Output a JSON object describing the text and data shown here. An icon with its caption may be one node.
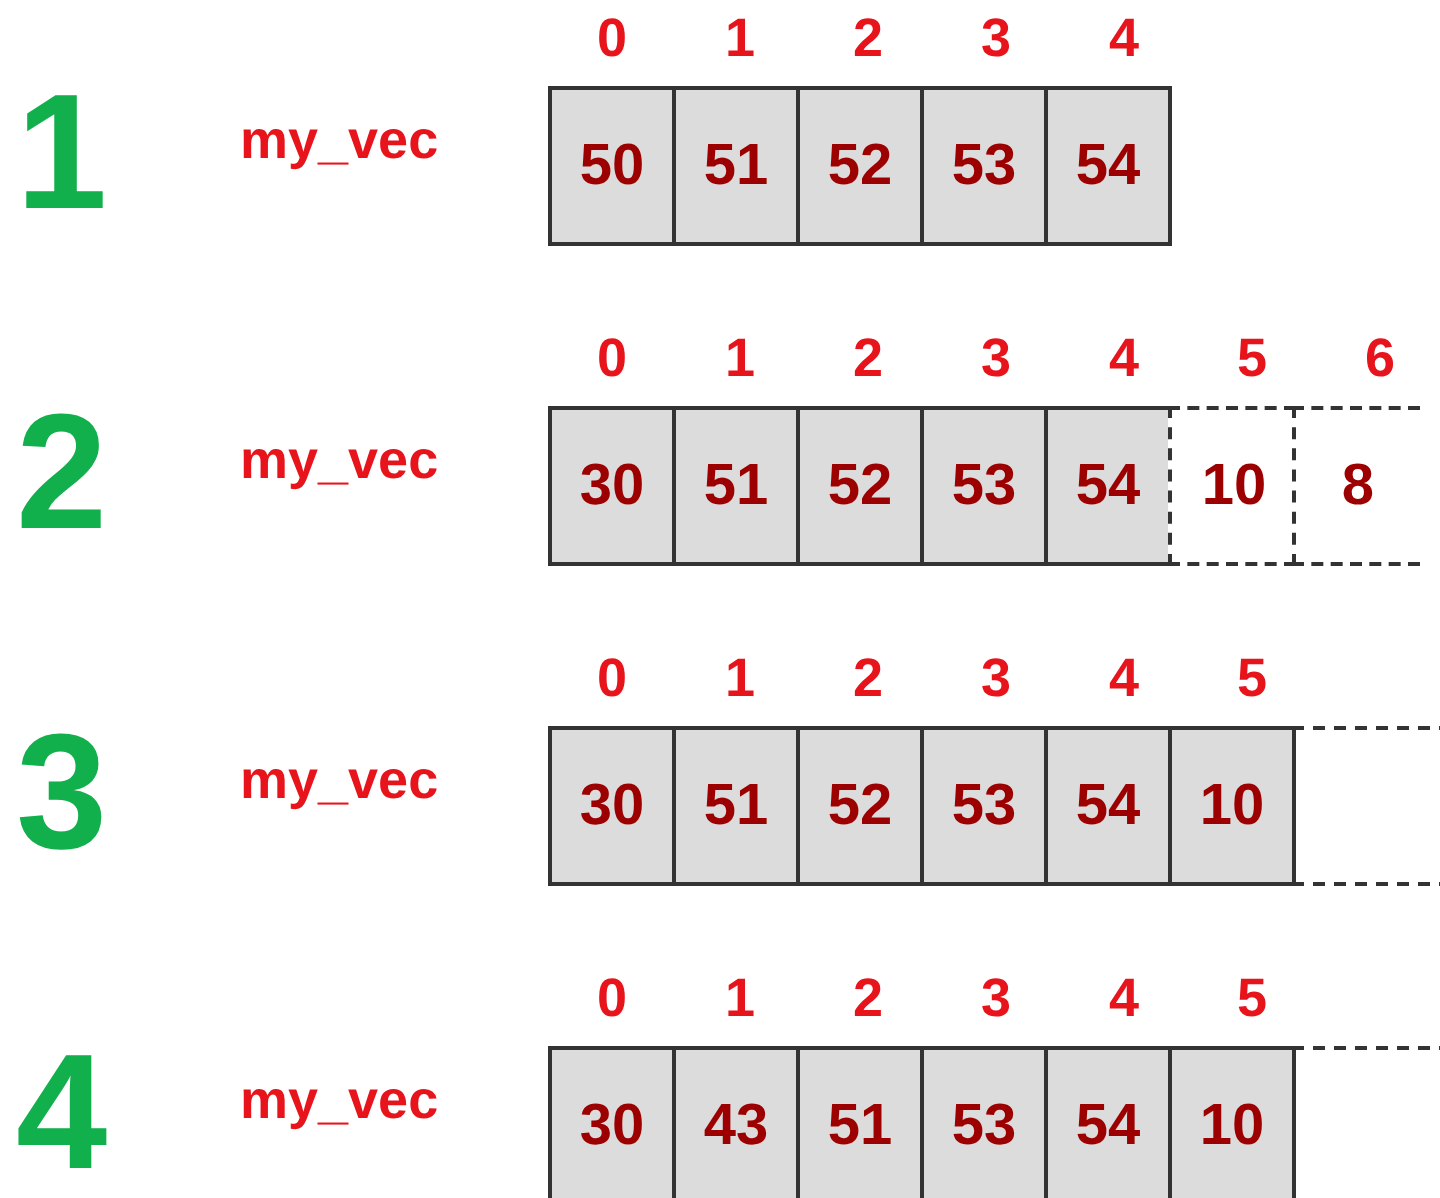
{
  "diagram": {
    "nodes": [
      {
        "text": [
          "50"
        ]
      },
      {
        "text": [
          "51"
        ]
      },
      {
        "text": [
          "52"
        ]
      },
      {
        "text": [
          "53"
        ]
      },
      {
        "text": [
          "54"
        ]
      },
      {
        "text": [
          "30"
        ]
      },
      {
        "text": [
          "51"
        ]
      },
      {
        "text": [
          "52"
        ]
      },
      {
        "text": [
          "53"
        ]
      },
      {
        "text": [
          "54"
        ]
      },
      {
        "text": [
          "10"
        ]
      },
      {
        "text": [
          "8"
        ]
      },
      {
        "text": [
          "30"
        ]
      },
      {
        "text": [
          "51"
        ]
      },
      {
        "text": [
          "52"
        ]
      },
      {
        "text": [
          "53"
        ]
      },
      {
        "text": [
          "54"
        ]
      },
      {
        "text": [
          "10"
        ]
      },
      {
        "text": [],
        "shape": "box"
      },
      {
        "text": [
          "30"
        ]
      },
      {
        "text": [
          "43"
        ]
      },
      {
        "text": [
          "51"
        ]
      },
      {
        "text": [
          "53"
        ]
      },
      {
        "text": [
          "54"
        ]
      },
      {
        "text": [
          "10"
        ]
      },
      {
        "text": [],
        "shape": "box"
      }
    ],
    "labels": [
      "1",
      "my_vec",
      "0",
      "1",
      "2",
      "3",
      "4",
      "2",
      "my_vec",
      "0",
      "1",
      "2",
      "3",
      "4",
      "5",
      "6",
      "3",
      "my_vec",
      "0",
      "1",
      "2",
      "3",
      "4",
      "5",
      "4",
      "my_vec",
      "0",
      "1",
      "2",
      "3",
      "4",
      "5"
    ]
  }
}
